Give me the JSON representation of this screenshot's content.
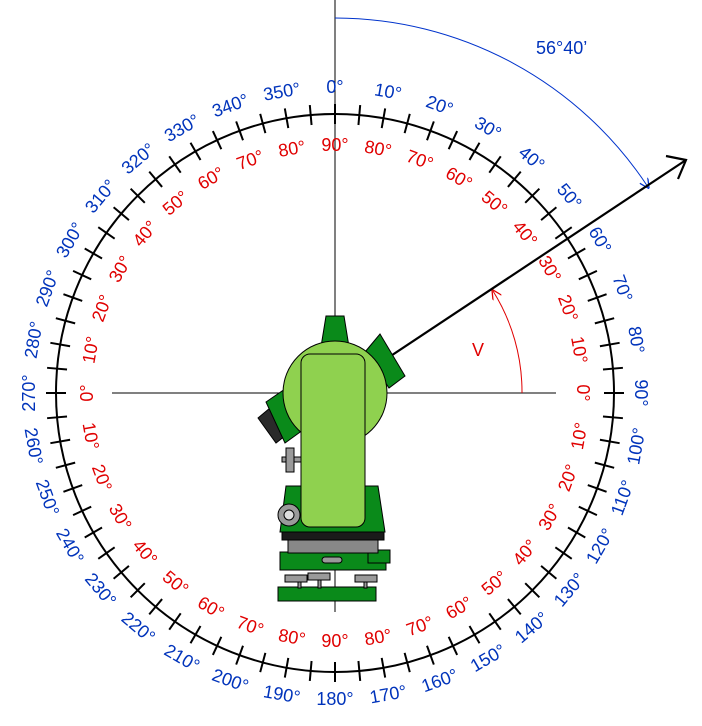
{
  "annotations": {
    "horizontal_angle": "56°40’",
    "vertical_angle_symbol": "V"
  },
  "horizontal_circle": {
    "labels": [
      "0°",
      "10°",
      "20°",
      "30°",
      "40°",
      "50°",
      "60°",
      "70°",
      "80°",
      "90°",
      "100°",
      "110°",
      "120°",
      "130°",
      "140°",
      "150°",
      "160°",
      "170°",
      "180°",
      "190°",
      "200°",
      "210°",
      "220°",
      "230°",
      "240°",
      "250°",
      "260°",
      "270°",
      "280°",
      "290°",
      "300°",
      "310°",
      "320°",
      "330°",
      "340°",
      "350°"
    ],
    "highlighted_label": "70°",
    "label_color": "#0033bb",
    "highlight_color": "#000000"
  },
  "vertical_circle": {
    "labels": [
      "90°",
      "80°",
      "70°",
      "60°",
      "50°",
      "40°",
      "30°",
      "20°",
      "10°",
      "0°",
      "10°",
      "20°",
      "30°",
      "40°",
      "50°",
      "60°",
      "70°",
      "80°",
      "90°",
      "80°",
      "70°",
      "60°",
      "50°",
      "40°",
      "30°",
      "20°",
      "10°",
      "0°",
      "10°",
      "20°",
      "30°",
      "40°",
      "50°",
      "60°",
      "70°",
      "80°"
    ],
    "label_color": "#e00000"
  },
  "instrument": {
    "body_color": "#8fd14f",
    "base_color": "#0a8a1a"
  }
}
